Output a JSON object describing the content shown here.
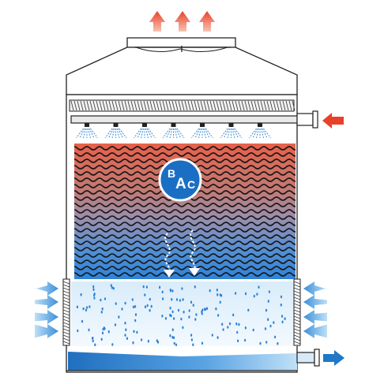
{
  "diagram": {
    "logo": {
      "letters": [
        "B",
        "A",
        "C"
      ]
    },
    "icons": {
      "exhaust": "air-outlet-arrow-icon",
      "hot_water_in": "hot-water-inlet-arrow-icon",
      "cold_water_out": "cold-water-outlet-arrow-icon",
      "air_in": "air-inlet-arrow-icon",
      "air_flow": "air-flow-arrow-icon",
      "spray": "spray-nozzle-icon"
    },
    "counts": {
      "exhaust_arrows": 3,
      "spray_nozzles": 7,
      "air_inlet_arrows_per_side": 4,
      "internal_air_arrows": 2
    },
    "colors": {
      "outline": "#222222",
      "hot": "#e8412b",
      "hot_light": "#f7a58e",
      "cold": "#1f78c8",
      "cold_light": "#bfe0f7",
      "water": "#3a8fd9",
      "logo_fill": "#1a6fc4"
    }
  }
}
